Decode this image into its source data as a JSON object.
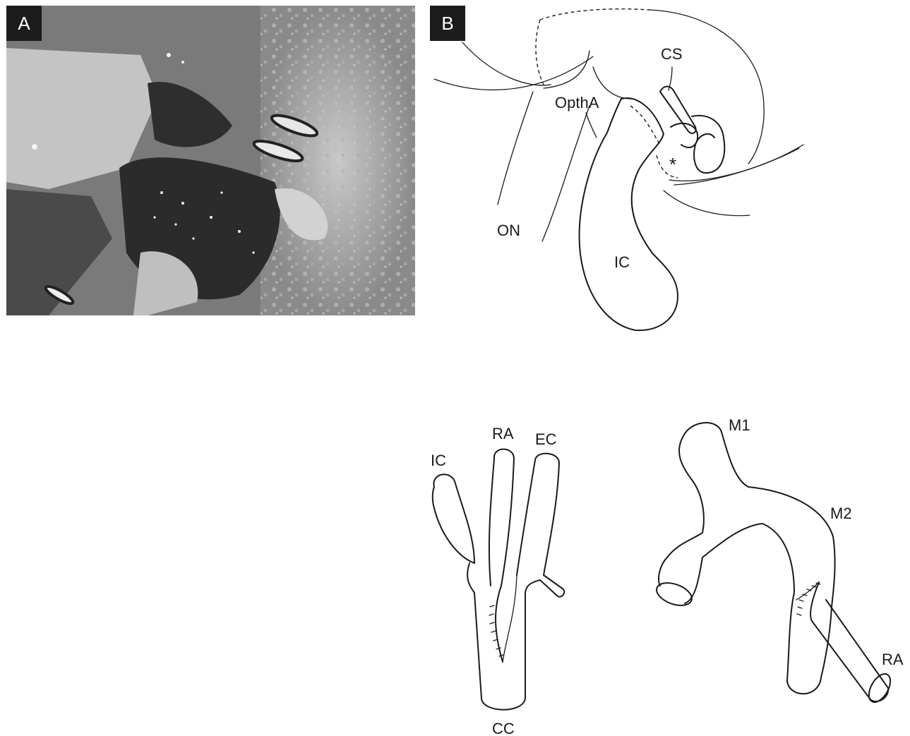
{
  "panels": {
    "a": {
      "letter": "A"
    },
    "b": {
      "letter": "B"
    }
  },
  "labels": {
    "cs": "CS",
    "optha": "OpthA",
    "asterisk": "*",
    "on": "ON",
    "ic_top": "IC",
    "ic_left": "IC",
    "ra_left": "RA",
    "ec": "EC",
    "cc": "CC",
    "m1": "M1",
    "m2": "M2",
    "ra_right": "RA"
  }
}
